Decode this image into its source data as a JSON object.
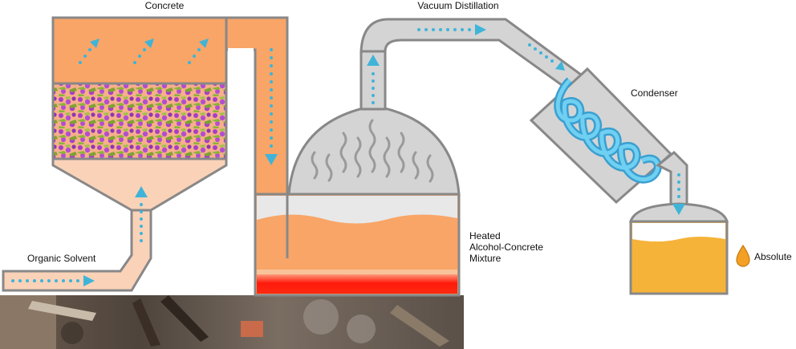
{
  "labels": {
    "concrete": "Concrete",
    "vacuum_distillation": "Vacuum Distillation",
    "condenser": "Condenser",
    "organic_solvent": "Organic Solvent",
    "heated_line1": "Heated",
    "heated_line2": "Alcohol-Concrete",
    "heated_line3": "Mixture",
    "absolute": "Absolute"
  },
  "colors": {
    "orange_fill": "#f8a567",
    "light_peach": "#fad2b8",
    "pipe_grey": "#d4d4d4",
    "outline_grey": "#888888",
    "flow_blue": "#3fb4d8",
    "coil_blue": "#5ec2e6",
    "heater_red": "#ff1a0c",
    "absolute_gold": "#f6b33a",
    "drop_orange": "#f3a024",
    "plant_purple": "#a63fc7",
    "plant_green": "#8cb43a",
    "fire_ground": "#5e5248"
  },
  "icons": {
    "drop": "drop-icon",
    "flow_arrow": "flow-arrow-icon"
  }
}
